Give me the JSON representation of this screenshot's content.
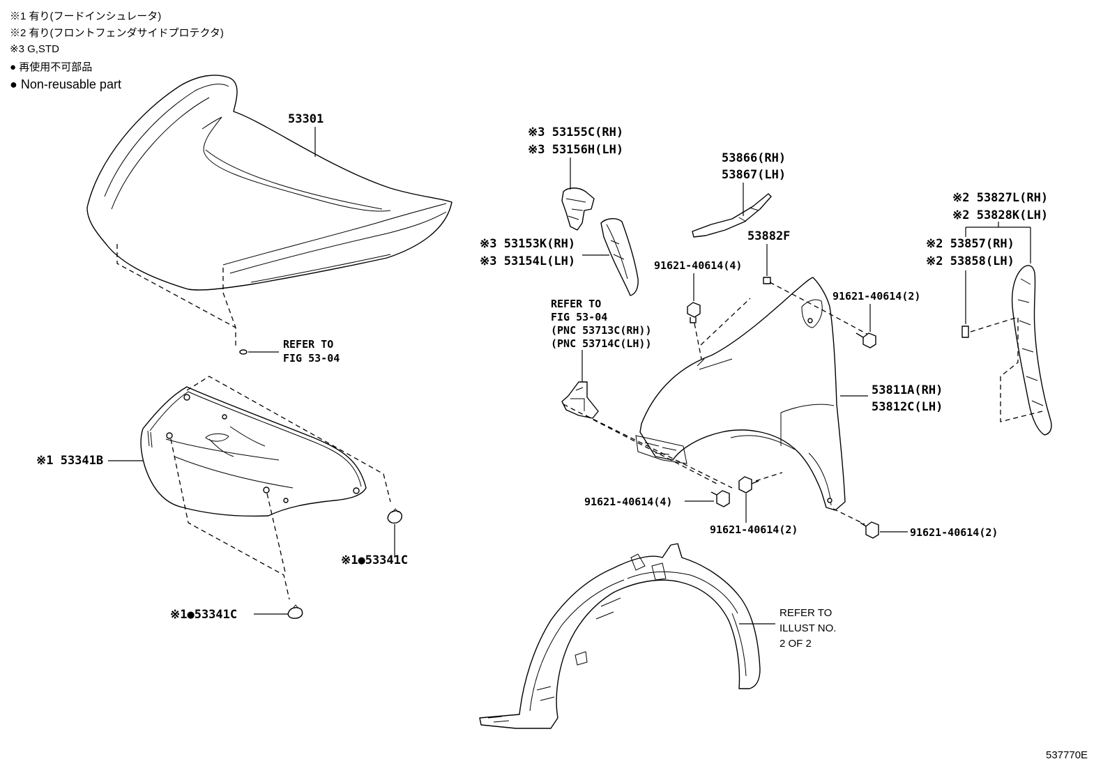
{
  "notes": [
    "※1 有り(フードインシュレータ)",
    "※2 有り(フロントフェンダサイドプロテクタ)",
    "※3 G,STD",
    "● 再使用不可部品",
    "● Non-reusable part"
  ],
  "labels": {
    "hood": "53301",
    "refer_hood_1": "REFER TO",
    "refer_hood_2": "FIG 53-04",
    "insulator": "※1 53341B",
    "clip_a": "※1●53341C",
    "clip_b": "※1●53341C",
    "seal_rh": "※3 53155C(RH)",
    "seal_lh": "※3 53156H(LH)",
    "fender_seal_rh": "※3 53153K(RH)",
    "fender_seal_lh": "※3 53154L(LH)",
    "refer_bracket_1": "REFER TO",
    "refer_bracket_2": "FIG 53-04",
    "refer_bracket_3": "(PNC 53713C(RH))",
    "refer_bracket_4": "(PNC 53714C(LH))",
    "trim_rh": "53866(RH)",
    "trim_lh": "53867(LH)",
    "nut": "53882F",
    "bolt_top": "91621-40614(4)",
    "bolt_right_top": "91621-40614(2)",
    "fender_rh": "53811A(RH)",
    "fender_lh": "53812C(LH)",
    "bolt_bottom_left": "91621-40614(4)",
    "bolt_bottom_mid": "91621-40614(2)",
    "bolt_bottom_right": "91621-40614(2)",
    "protector_rh": "※2 53827L(RH)",
    "protector_lh": "※2 53828K(LH)",
    "protector_sub_rh": "※2 53857(RH)",
    "protector_sub_lh": "※2 53858(LH)",
    "refer_liner_1": "REFER TO",
    "refer_liner_2": "ILLUST NO.",
    "refer_liner_3": "2 OF 2",
    "illustration_id": "537770E"
  }
}
